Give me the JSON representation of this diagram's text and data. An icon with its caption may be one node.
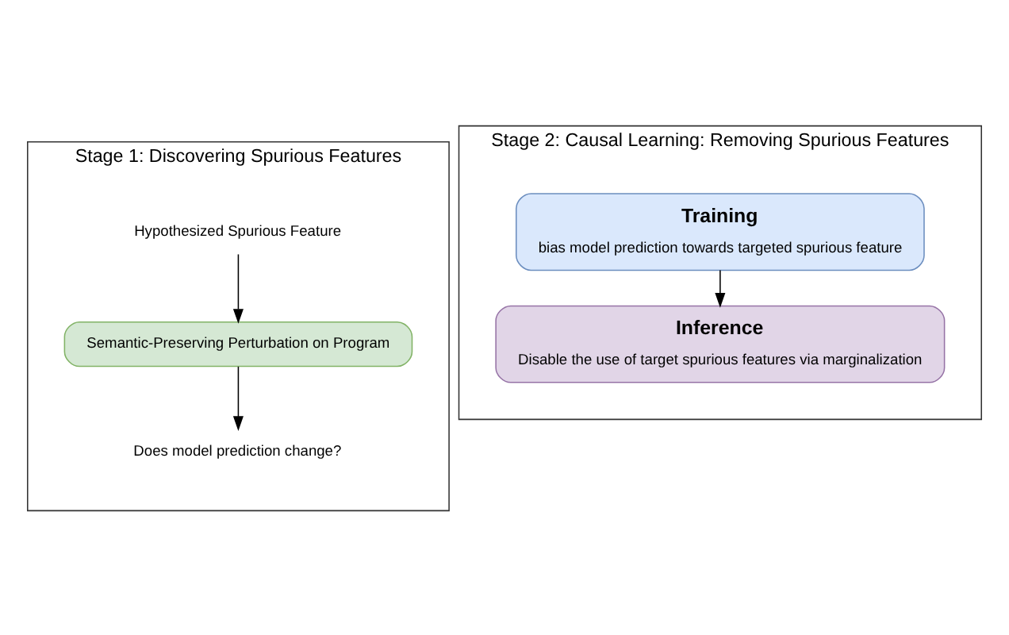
{
  "diagram": {
    "nodes": [
      {
        "text": [
          "Stage 1: Discovering Spurious Features"
        ]
      },
      {
        "text": [
          "Hypothesized Spurious Feature"
        ],
        "in": 0
      },
      {
        "text": [
          "Semantic-Preserving Perturbation on Program"
        ],
        "in": 0
      },
      {
        "text": [
          "Does model prediction change?"
        ],
        "in": 0
      },
      {
        "text": [
          "Stage 2: Causal Learning: Removing Spurious Features"
        ]
      },
      {
        "text": [
          "Training",
          "bias model prediction towards targeted spurious feature"
        ],
        "in": 4
      },
      {
        "text": [
          "Inference",
          "Disable the use of target spurious features via marginalization"
        ],
        "in": 4
      }
    ],
    "edges": [
      {
        "from": 1,
        "to": 2,
        "arrow": "to"
      },
      {
        "from": 2,
        "to": 3,
        "arrow": "to"
      },
      {
        "from": 5,
        "to": 6,
        "arrow": "to"
      }
    ]
  }
}
